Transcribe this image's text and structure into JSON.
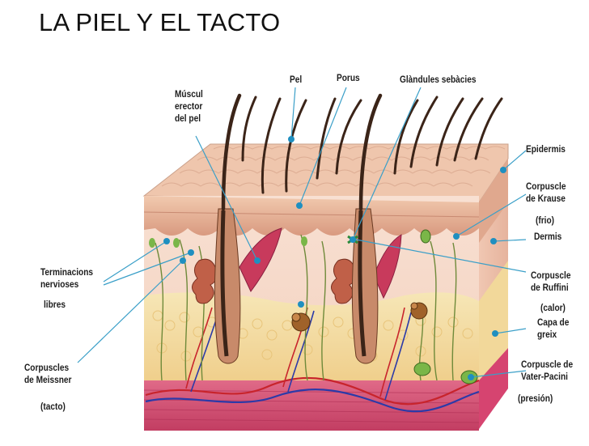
{
  "page": {
    "title": "LA PIEL Y EL TACTO"
  },
  "diagram": {
    "labels": {
      "muscul": [
        "Múscul",
        "erector",
        "del pel"
      ],
      "pel": "Pel",
      "porus": "Porus",
      "glandules": "Glàndules sebàcies",
      "epidermis": "Epidermis",
      "krause": [
        "Corpuscle",
        "de Krause"
      ],
      "frio": "(frio)",
      "dermis": "Dermis",
      "ruffini": [
        "Corpuscle",
        "de Ruffini"
      ],
      "calor": "(calor)",
      "greix": [
        "Capa de",
        "greix"
      ],
      "vater": [
        "Corpuscle de",
        "Vater-Pacini"
      ],
      "presion": "(presión)",
      "terminacions": [
        "Terminacions",
        "nervioses"
      ],
      "lliures": "libres",
      "meissner": [
        "Corpuscles",
        "de Meissner"
      ],
      "tacto": "(tacto)"
    },
    "colors": {
      "pointer": "#3a9fc8",
      "dot": "#1f8fc0",
      "epidermis": "#e9b89c",
      "dermis": "#f6d7c8",
      "fat": "#f3dfa6",
      "muscle": "#d24a6e",
      "hair": "#3b2418",
      "nerve": "#6f8a3a",
      "artery": "#c8242c",
      "vein": "#2c3aa8"
    }
  }
}
